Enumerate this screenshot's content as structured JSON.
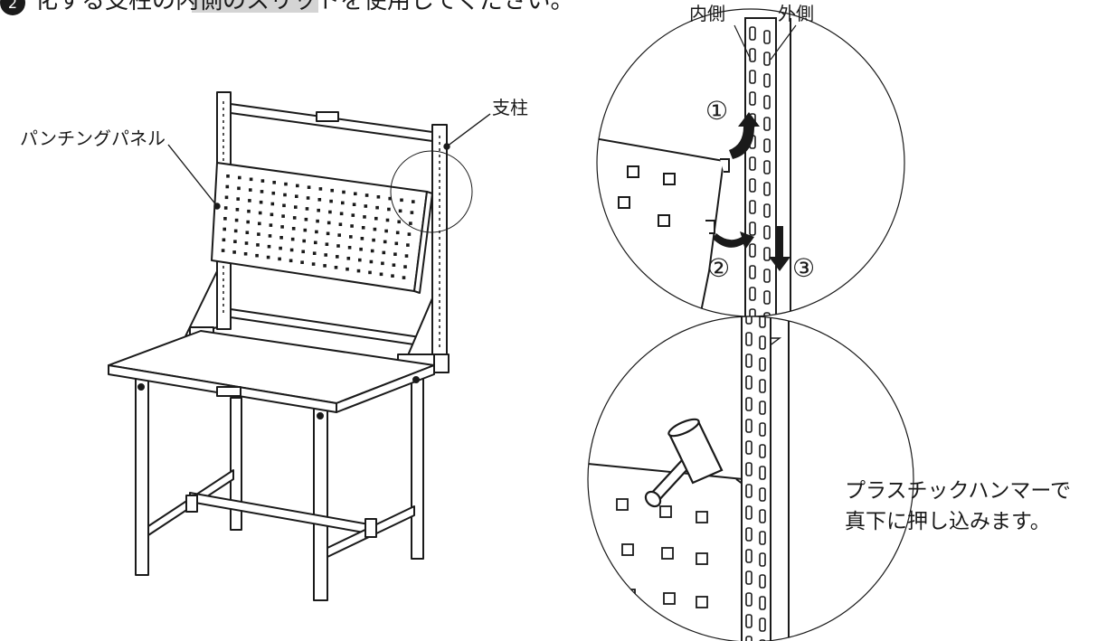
{
  "header": {
    "step_number": "2",
    "text_before": "化する支柱の",
    "text_highlight": "内側のスリット",
    "text_after": "を使用してください。"
  },
  "left_figure": {
    "label_panel": "パンチングパネル",
    "label_post": "支柱"
  },
  "top_detail": {
    "label_inner": "内側",
    "label_outer": "外側",
    "step1": "①",
    "step2": "②",
    "step3": "③"
  },
  "bottom_detail": {
    "instruction_line1": "プラスチックハンマーで",
    "instruction_line2": "真下に押し込みます。"
  },
  "colors": {
    "line": "#1a1a1a",
    "highlight": "#d4d4d4",
    "background": "#ffffff"
  }
}
